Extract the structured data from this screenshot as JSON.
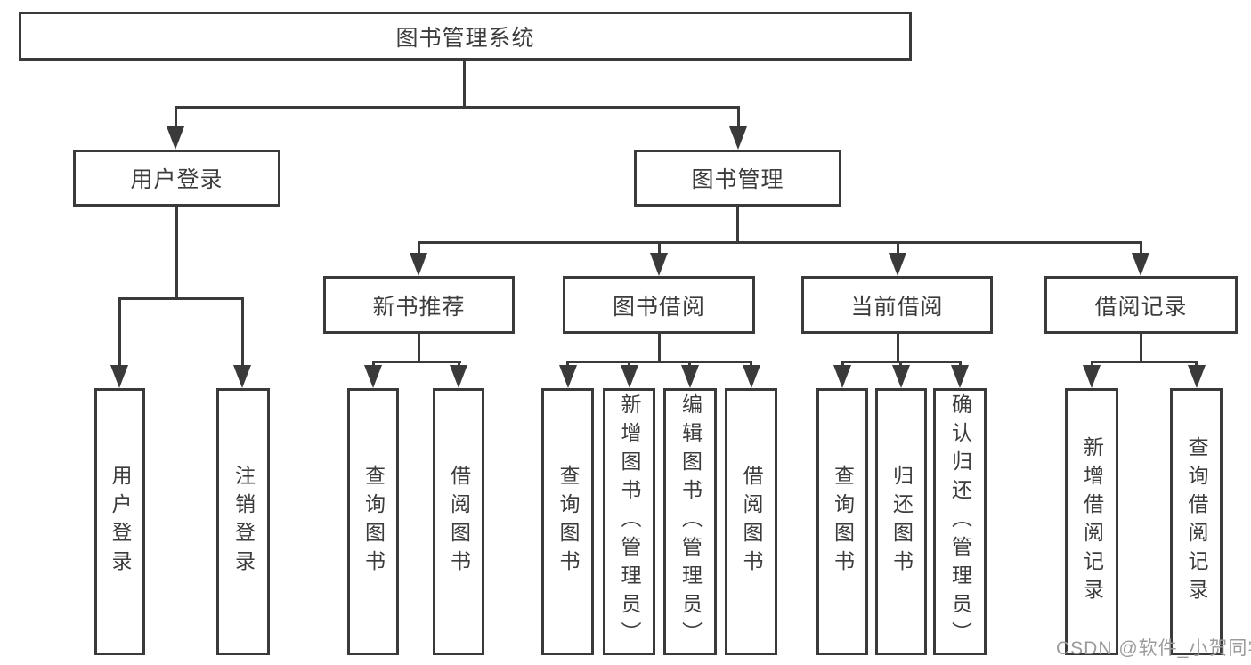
{
  "watermark": "CSDN @软件_小贺同学",
  "colors": {
    "line": "#3a3a3a",
    "text": "#3c3c3c",
    "background": "#ffffff",
    "watermark": "#9b9b9b"
  },
  "tree": {
    "root": {
      "label": "图书管理系统"
    },
    "branches": [
      {
        "label": "用户登录",
        "children": [
          {
            "label": "用户登录"
          },
          {
            "label": "注销登录"
          }
        ]
      },
      {
        "label": "图书管理",
        "children": [
          {
            "label": "新书推荐",
            "children": [
              {
                "label": "查询图书"
              },
              {
                "label": "借阅图书"
              }
            ]
          },
          {
            "label": "图书借阅",
            "children": [
              {
                "label": "查询图书"
              },
              {
                "label": "新增图书（管理员）"
              },
              {
                "label": "编辑图书（管理员）"
              },
              {
                "label": "借阅图书"
              }
            ]
          },
          {
            "label": "当前借阅",
            "children": [
              {
                "label": "查询图书"
              },
              {
                "label": "归还图书"
              },
              {
                "label": "确认归还（管理员）"
              }
            ]
          },
          {
            "label": "借阅记录",
            "children": [
              {
                "label": "新增借阅记录"
              },
              {
                "label": "查询借阅记录"
              }
            ]
          }
        ]
      }
    ]
  }
}
